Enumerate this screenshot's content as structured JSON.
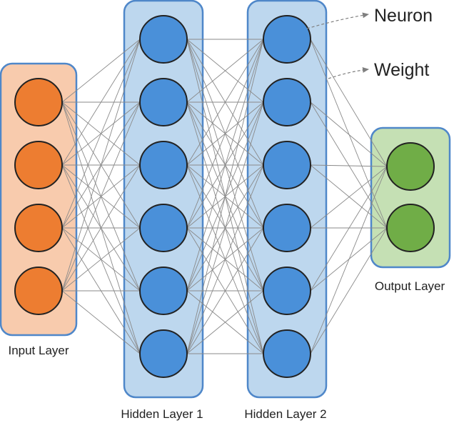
{
  "layers": [
    {
      "id": "input",
      "label": "Input Layer",
      "neurons": 4,
      "box_fill": "#F8CBAD",
      "box_stroke": "#4F87C9",
      "neuron_fill": "#ED7D31",
      "neuron_stroke": "#222222"
    },
    {
      "id": "hidden1",
      "label": "Hidden Layer 1",
      "neurons": 6,
      "box_fill": "#BDD7EE",
      "box_stroke": "#4F87C9",
      "neuron_fill": "#4A90D9",
      "neuron_stroke": "#222222"
    },
    {
      "id": "hidden2",
      "label": "Hidden Layer 2",
      "neurons": 6,
      "box_fill": "#BDD7EE",
      "box_stroke": "#4F87C9",
      "neuron_fill": "#4A90D9",
      "neuron_stroke": "#222222"
    },
    {
      "id": "output",
      "label": "Output Layer",
      "neurons": 2,
      "box_fill": "#C5E0B4",
      "box_stroke": "#4F87C9",
      "neuron_fill": "#70AD47",
      "neuron_stroke": "#222222"
    }
  ],
  "connections": "fully-connected between adjacent layers",
  "annotations": {
    "neuron": "Neuron",
    "weight": "Weight"
  },
  "edge_color": "#8A8A8A",
  "annotation_color": "#7F7F7F"
}
